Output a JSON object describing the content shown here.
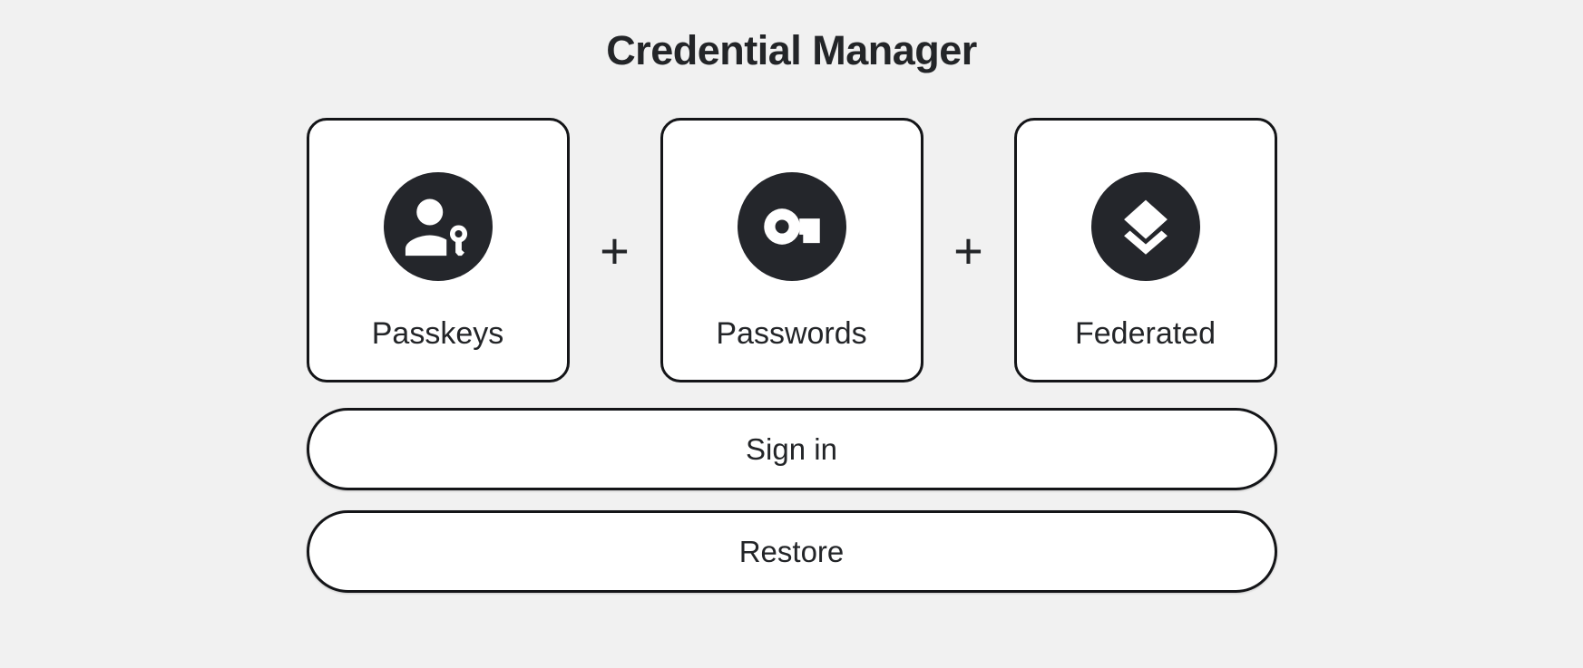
{
  "header": {
    "title": "Credential Manager"
  },
  "cards": [
    {
      "label": "Passkeys",
      "icon": "passkey-icon"
    },
    {
      "label": "Passwords",
      "icon": "key-icon"
    },
    {
      "label": "Federated",
      "icon": "federated-layers-icon"
    }
  ],
  "operators": {
    "plus": "+"
  },
  "actions": {
    "sign_in": "Sign in",
    "restore": "Restore"
  },
  "colors": {
    "background": "#f1f1f1",
    "card_background": "#ffffff",
    "outline": "#141518",
    "icon_circle": "#24262b",
    "text": "#232528"
  }
}
